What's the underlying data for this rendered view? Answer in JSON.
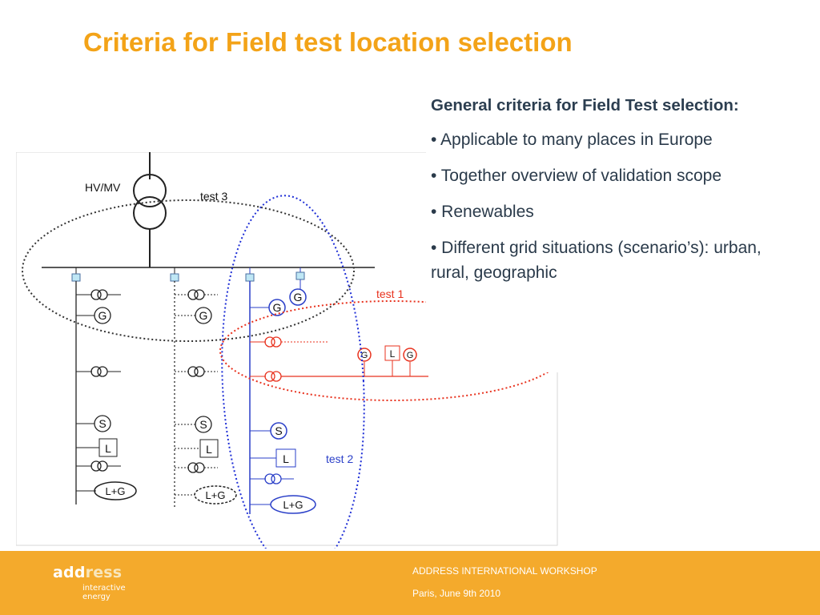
{
  "slide": {
    "title": "Criteria for Field test location selection"
  },
  "criteria": {
    "heading": "General criteria for Field Test selection:",
    "items": [
      "• Applicable to many places in Europe",
      "• Together overview of validation scope",
      "• Renewables",
      "• Different grid situations (scenario’s): urban, rural, geographic"
    ]
  },
  "diagram": {
    "substation_label": "HV/MV",
    "test1_label": "test 1",
    "test2_label": "test 2",
    "test3_label": "test 3",
    "symbol_g": "G",
    "symbol_s": "S",
    "symbol_l": "L",
    "symbol_lg": "L+G",
    "colors": {
      "test1": "#e8321e",
      "test2": "#1f2fd6",
      "test3": "#333333",
      "feeder_blue": "#2a3fc8"
    }
  },
  "footer": {
    "logo_part1": "add",
    "logo_part2": "ress",
    "logo_tagline": "interactive energy",
    "event": "ADDRESS INTERNATIONAL WORKSHOP",
    "date": "Paris, June 9th 2010",
    "background": "#f4aa2c"
  }
}
